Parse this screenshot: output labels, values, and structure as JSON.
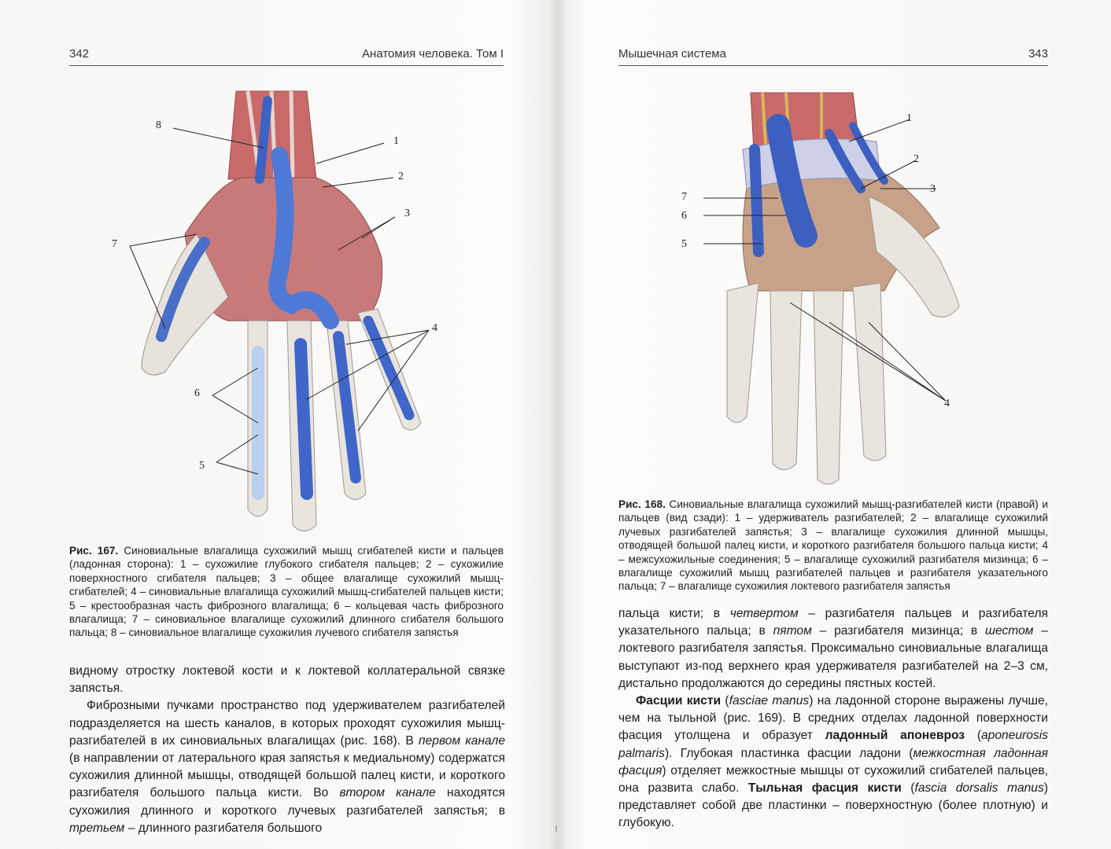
{
  "left_page": {
    "page_number": "342",
    "running_title": "Анатомия человека. Том I",
    "figure": {
      "callouts": [
        "8",
        "1",
        "2",
        "3",
        "7",
        "4",
        "6",
        "5"
      ]
    },
    "caption": {
      "label": "Рис. 167.",
      "text": "Синовиальные влагалища сухожилий мышц сгибателей кисти и пальцев (ладонная сторона): 1 – сухожилие глубокого сгибателя пальцев; 2 – сухожилие поверхностного сгибателя пальцев; 3 – общее влагалище сухожилий мышц-сгибателей; 4 – синовиальные влагалища сухожилий мышц-сгибателей пальцев кисти; 5 – крестообразная часть фиброзного влагалища; 6 – кольцевая часть фиброзного влагалища; 7 – синовиальное влагалище сухожилий длинного сгибателя большого пальца; 8 – синовиальное влагалище сухожилия лучевого сгибателя запястья"
    },
    "body": {
      "p1": "видному отростку локтевой кости и к локтевой коллатеральной связке запястья.",
      "p2_a": "Фиброзными пучками пространство под удерживателем разгибателей подразделяется на шесть каналов, в которых проходят сухожилия мышц-разгибателей в их синовиальных влагалищах (рис. 168). В ",
      "p2_i1": "первом канале",
      "p2_b": " (в направлении от латерального края запястья к медиальному) содержатся сухожилия длинной мышцы, отводящей большой палец кисти, и короткого разгибателя большого пальца кисти. Во ",
      "p2_i2": "втором канале",
      "p2_c": " находятся сухожилия длинного и короткого лучевых разгибателей запястья; в ",
      "p2_i3": "третьем",
      "p2_d": " – длинного разгибателя большого"
    }
  },
  "right_page": {
    "page_number": "343",
    "running_title": "Мышечная система",
    "figure": {
      "callouts": [
        "1",
        "2",
        "3",
        "7",
        "6",
        "5",
        "4"
      ]
    },
    "caption": {
      "label": "Рис. 168.",
      "text": "Синовиальные влагалища сухожилий мышц-разгибателей кисти (правой) и пальцев (вид сзади): 1 – удерживатель разгибателей; 2 – влагалище сухожилий лучевых разгибателей запястья; 3 – влагалище сухожилия длинной мышцы, отводящей большой палец кисти, и короткого разгибателя большого пальца кисти; 4 – межсухожильные соединения; 5 – влагалище сухожилий разгибателя мизинца; 6 – влагалище сухожилий мышц разгибателей пальцев и разгибателя указательного пальца; 7 – влагалище сухожилия локтевого разгибателя запястья"
    },
    "body": {
      "p1_a": "пальца кисти; в ",
      "p1_i1": "четвертом",
      "p1_b": " – разгибателя пальцев и разгибателя указательного пальца; в ",
      "p1_i2": "пятом",
      "p1_c": " – разгибателя мизинца; в ",
      "p1_i3": "шестом",
      "p1_d": " – локтевого разгибателя запястья. Проксимально синовиальные влагалища выступают из-под верхнего края удерживателя разгибателей на 2–3 см, дистально продолжаются до середины пястных костей.",
      "p2_b1": "Фасции кисти",
      "p2_a": " (",
      "p2_i1": "fasciae manus",
      "p2_b": ") на ладонной стороне выражены лучше, чем на тыльной (рис. 169). В средних отделах ладонной поверхности фасция утолщена и образует ",
      "p2_b2": "ладонный апоневроз",
      "p2_c": " (",
      "p2_i2": "aponeurosis palmaris",
      "p2_d": "). Глубокая пластинка фасции ладони (",
      "p2_i3": "межкостная ладонная фасция",
      "p2_e": ") отделяет межкостные мышцы от сухожилий сгибателей пальцев, она развита слабо. ",
      "p2_b3": "Тыльная фасция кисти",
      "p2_f": " (",
      "p2_i4": "fascia dorsalis manus",
      "p2_g": ") представляет собой две пластинки – поверхностную (более плотную) и глубокую."
    }
  }
}
